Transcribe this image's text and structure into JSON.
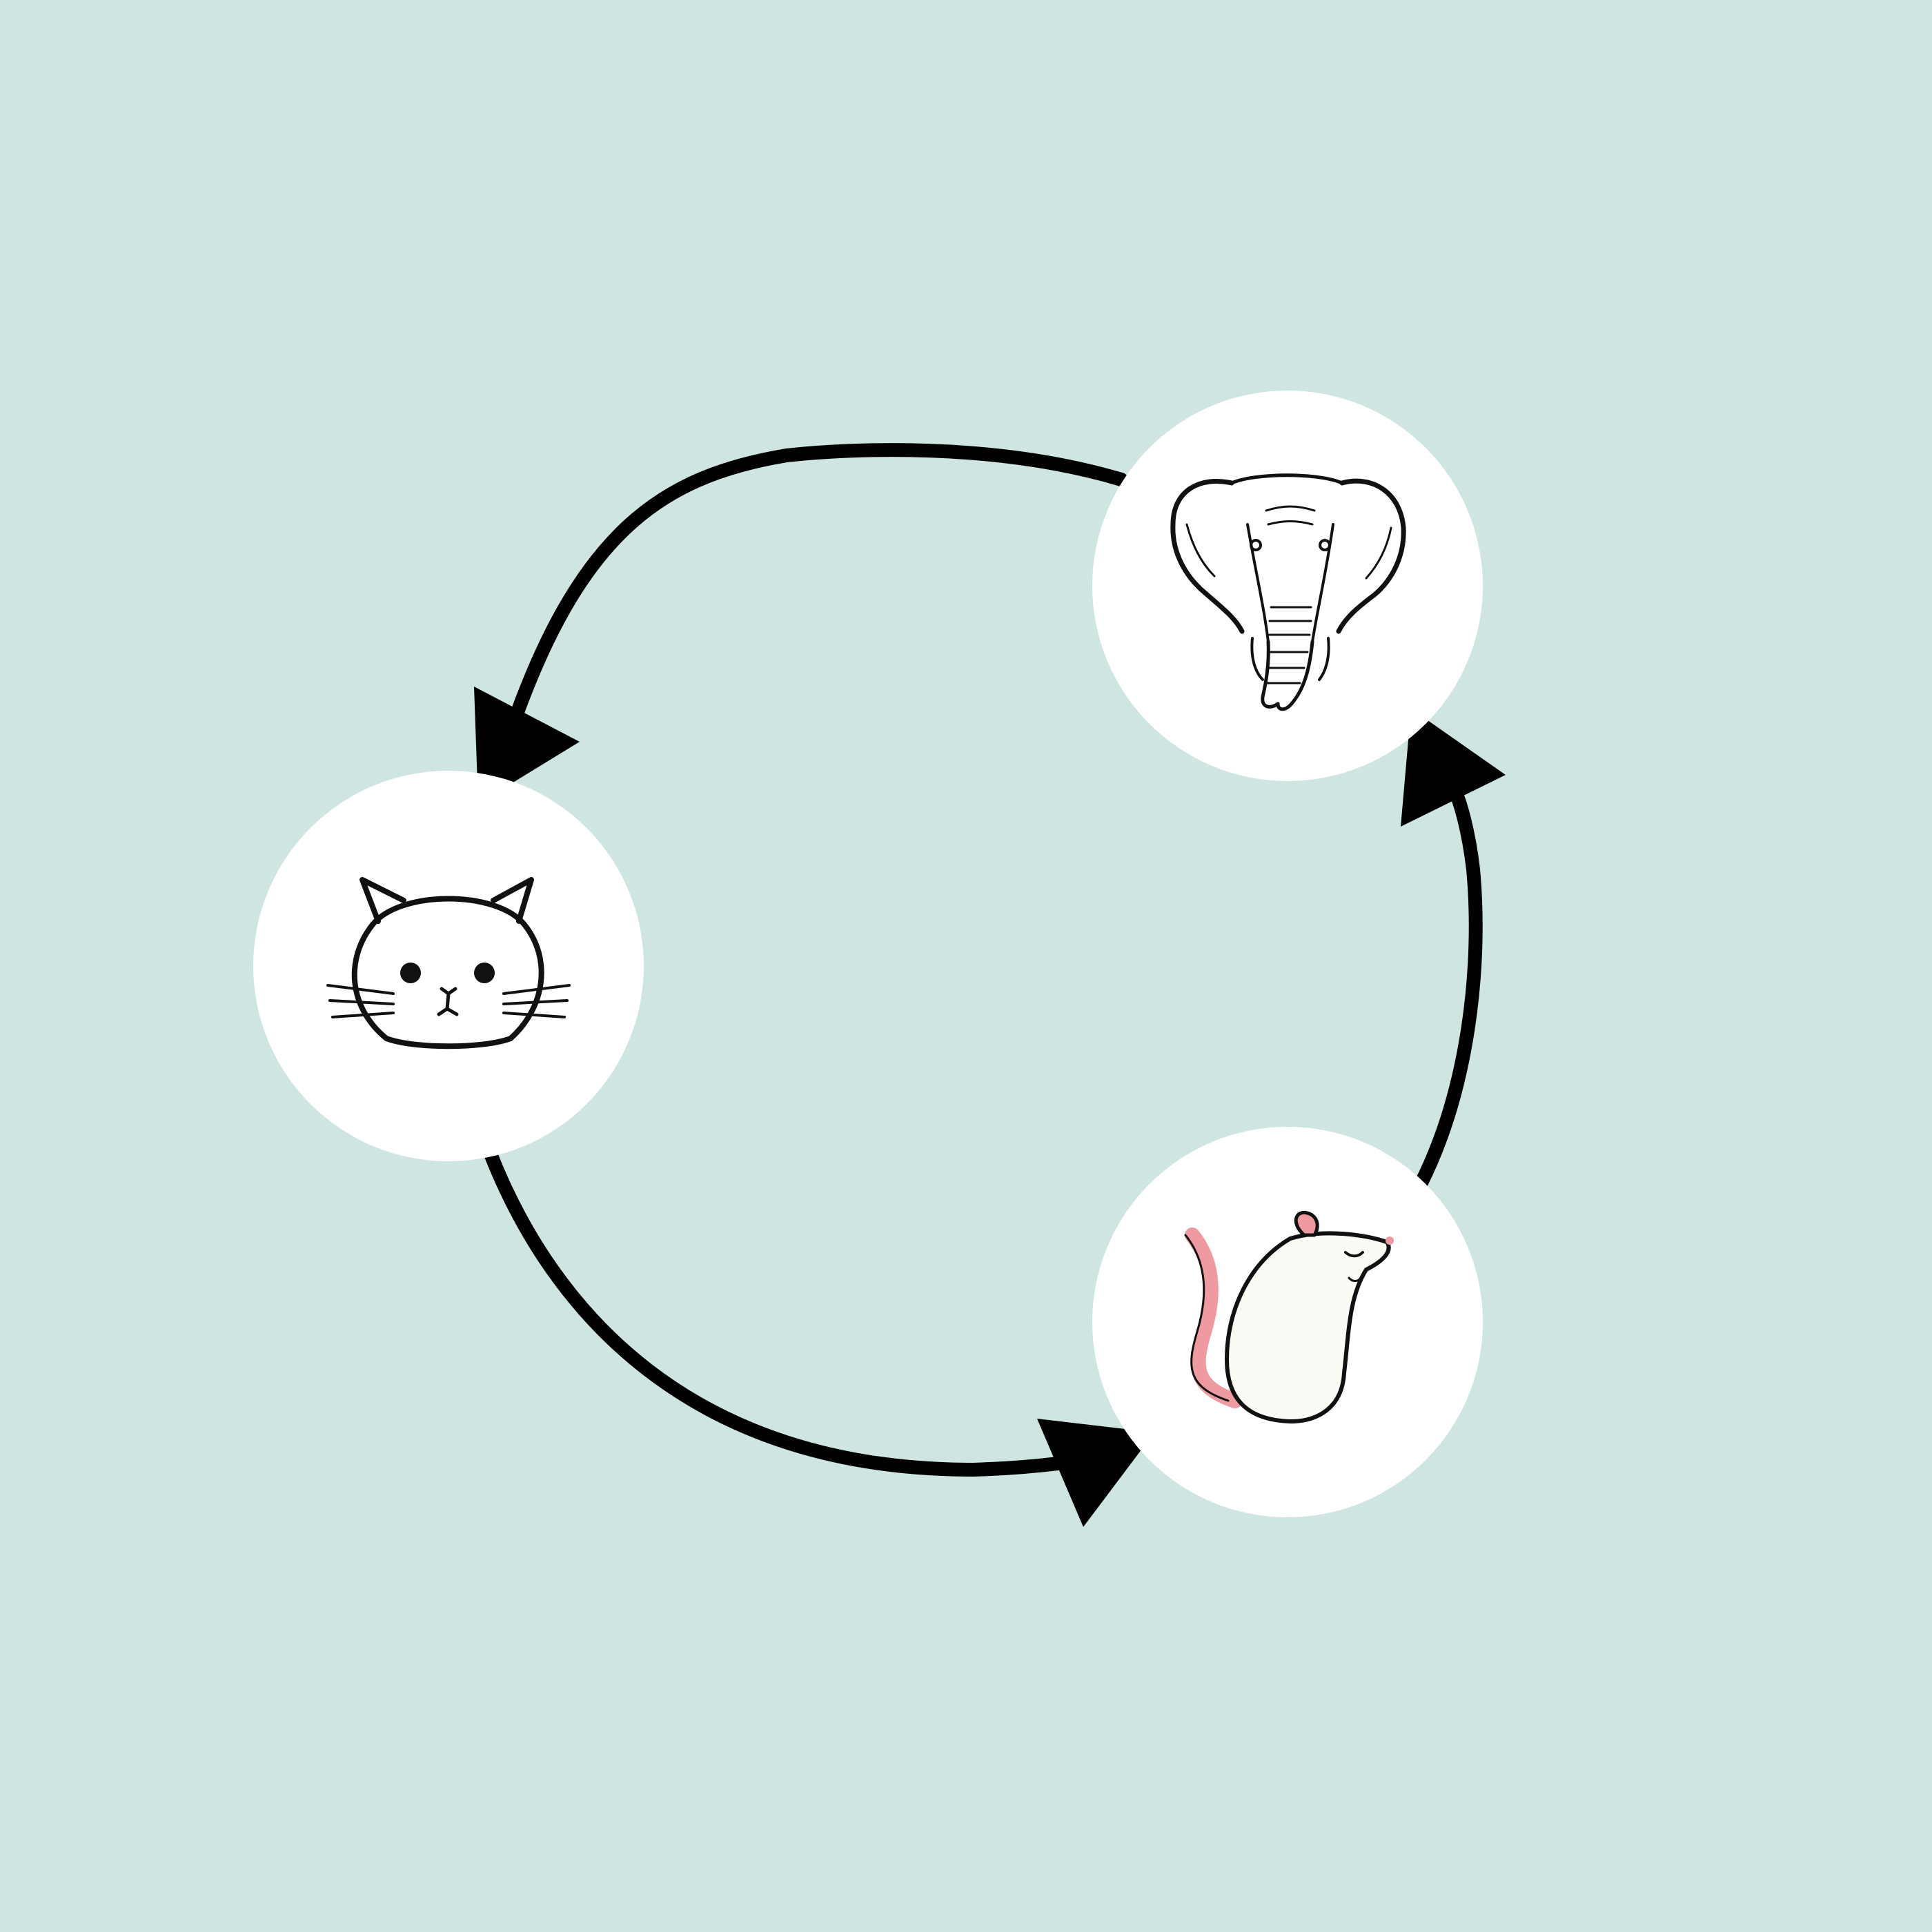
{
  "colors": {
    "background": "#cfe5e1",
    "node_fill": "#ffffff",
    "arrow": "#000000",
    "line_art": "#111111",
    "rat_tail": "#ee9aa0",
    "rat_body": "#fbfaf4"
  },
  "nodes": [
    {
      "id": "elephant",
      "icon": "elephant-icon"
    },
    {
      "id": "cat",
      "icon": "cat-icon"
    },
    {
      "id": "rat",
      "icon": "rat-icon"
    }
  ],
  "edges": [
    {
      "from": "elephant",
      "to": "cat",
      "direction": "counter-clockwise"
    },
    {
      "from": "cat",
      "to": "rat",
      "direction": "counter-clockwise"
    },
    {
      "from": "rat",
      "to": "elephant",
      "direction": "counter-clockwise"
    }
  ]
}
